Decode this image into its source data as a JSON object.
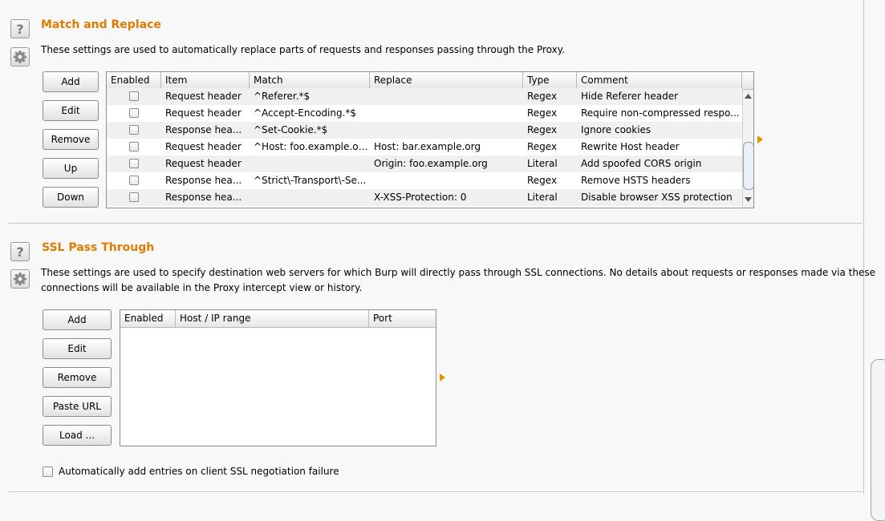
{
  "match_replace": {
    "title": "Match and Replace",
    "description": "These settings are used to automatically replace parts of requests and responses passing through the Proxy.",
    "buttons": {
      "add": "Add",
      "edit": "Edit",
      "remove": "Remove",
      "up": "Up",
      "down": "Down"
    },
    "columns": {
      "enabled": "Enabled",
      "item": "Item",
      "match": "Match",
      "replace": "Replace",
      "type": "Type",
      "comment": "Comment"
    },
    "rows": [
      {
        "enabled": false,
        "item": "Request header",
        "match": "^Referer.*$",
        "replace": "",
        "type": "Regex",
        "comment": "Hide Referer header"
      },
      {
        "enabled": false,
        "item": "Request header",
        "match": "^Accept-Encoding.*$",
        "replace": "",
        "type": "Regex",
        "comment": "Require non-compressed respo..."
      },
      {
        "enabled": false,
        "item": "Response hea...",
        "match": "^Set-Cookie.*$",
        "replace": "",
        "type": "Regex",
        "comment": "Ignore cookies"
      },
      {
        "enabled": false,
        "item": "Request header",
        "match": "^Host: foo.example.org$",
        "replace": "Host: bar.example.org",
        "type": "Regex",
        "comment": "Rewrite Host header"
      },
      {
        "enabled": false,
        "item": "Request header",
        "match": "",
        "replace": "Origin: foo.example.org",
        "type": "Literal",
        "comment": "Add spoofed CORS origin"
      },
      {
        "enabled": false,
        "item": "Response hea...",
        "match": "^Strict\\-Transport\\-Se...",
        "replace": "",
        "type": "Regex",
        "comment": "Remove HSTS headers"
      },
      {
        "enabled": false,
        "item": "Response hea...",
        "match": "",
        "replace": "X-XSS-Protection: 0",
        "type": "Literal",
        "comment": "Disable browser XSS protection"
      }
    ]
  },
  "ssl_pass_through": {
    "title": "SSL Pass Through",
    "description_line1": "These settings are used to specify destination web servers for which Burp will directly pass through SSL connections. No details about requests or responses made via these",
    "description_line2": "connections will be available in the Proxy intercept view or history.",
    "buttons": {
      "add": "Add",
      "edit": "Edit",
      "remove": "Remove",
      "paste_url": "Paste URL",
      "load": "Load ..."
    },
    "columns": {
      "enabled": "Enabled",
      "host": "Host / IP range",
      "port": "Port"
    },
    "auto_add_label": "Automatically add entries on client SSL negotiation failure"
  },
  "colors": {
    "accent": "#e07b00",
    "arrow": "#e59400"
  }
}
